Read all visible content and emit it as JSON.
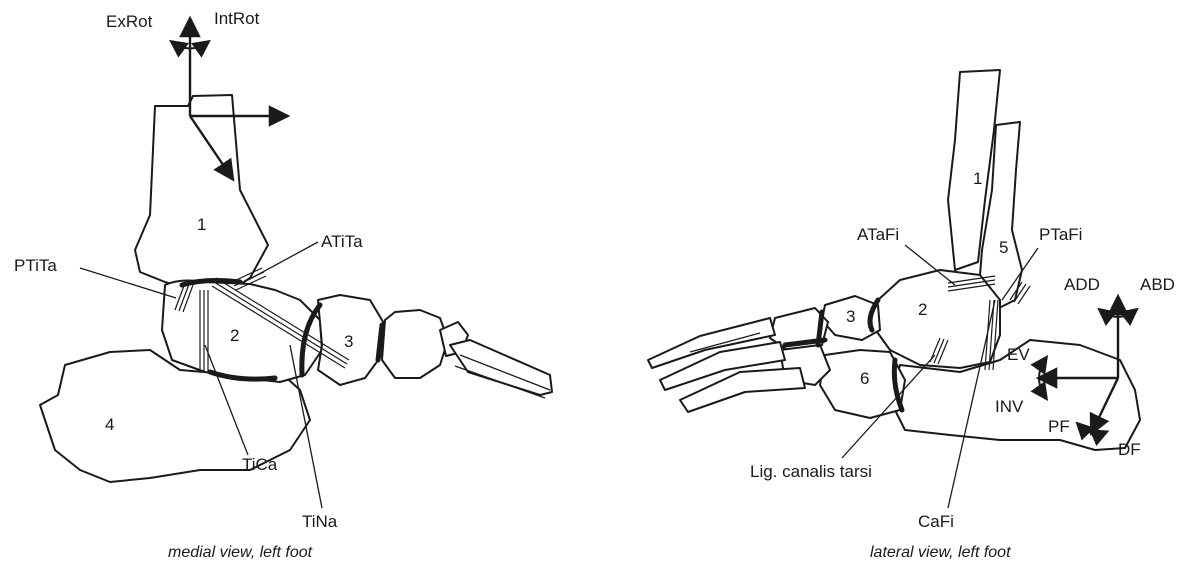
{
  "medial": {
    "caption": "medial view, left foot",
    "labels": {
      "ex_rot": "ExRot",
      "int_rot": "IntRot",
      "pti_ta": "PTiTa",
      "ati_ta": "ATiTa",
      "ti_ca": "TiCa",
      "ti_na": "TiNa"
    },
    "bone_numbers": [
      "1",
      "2",
      "3",
      "4"
    ]
  },
  "lateral": {
    "caption": "lateral view, left foot",
    "labels": {
      "ata_fi": "ATaFi",
      "pta_fi": "PTaFi",
      "add": "ADD",
      "abd": "ABD",
      "ev": "EV",
      "inv": "INV",
      "pf": "PF",
      "df": "DF",
      "lig_canalis_tarsi": "Lig. canalis tarsi",
      "ca_fi": "CaFi"
    },
    "bone_numbers": [
      "1",
      "5",
      "2",
      "3",
      "6"
    ]
  },
  "colors": {
    "ink": "#1a1a1a",
    "background": "#ffffff"
  }
}
